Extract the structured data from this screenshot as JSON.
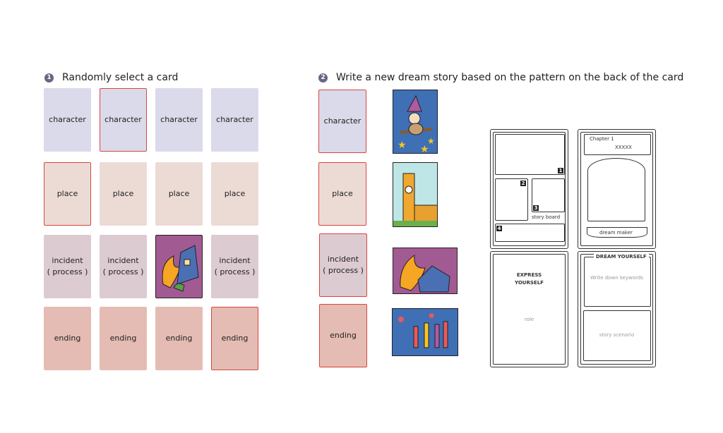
{
  "step1": {
    "number": "1",
    "title": "Randomly select a card"
  },
  "step2": {
    "number": "2",
    "title": "Write a new dream story based on the pattern on the back of the card"
  },
  "labels": {
    "character": "character",
    "place": "place",
    "incident": "incident",
    "process": "( process )",
    "ending": "ending"
  },
  "templates": {
    "storyboard": {
      "panels": [
        "1",
        "2",
        "3",
        "4"
      ],
      "caption": "story board"
    },
    "chapter": {
      "chapter": "Chapter 1",
      "title": "XXXXX",
      "banner": "dream maker"
    },
    "express": {
      "title_line1": "EXPRESS",
      "title_line2": "YOURSELF",
      "hint": "role"
    },
    "dream": {
      "title": "DREAM YOURSELF",
      "hint1": "Write down keywords",
      "hint2": "story scenario"
    }
  },
  "colors": {
    "character": "#dadaea",
    "place": "#ecdbd5",
    "incident": "#dccbd1",
    "ending": "#e4bcb3",
    "selected_border": "#d9463e"
  }
}
